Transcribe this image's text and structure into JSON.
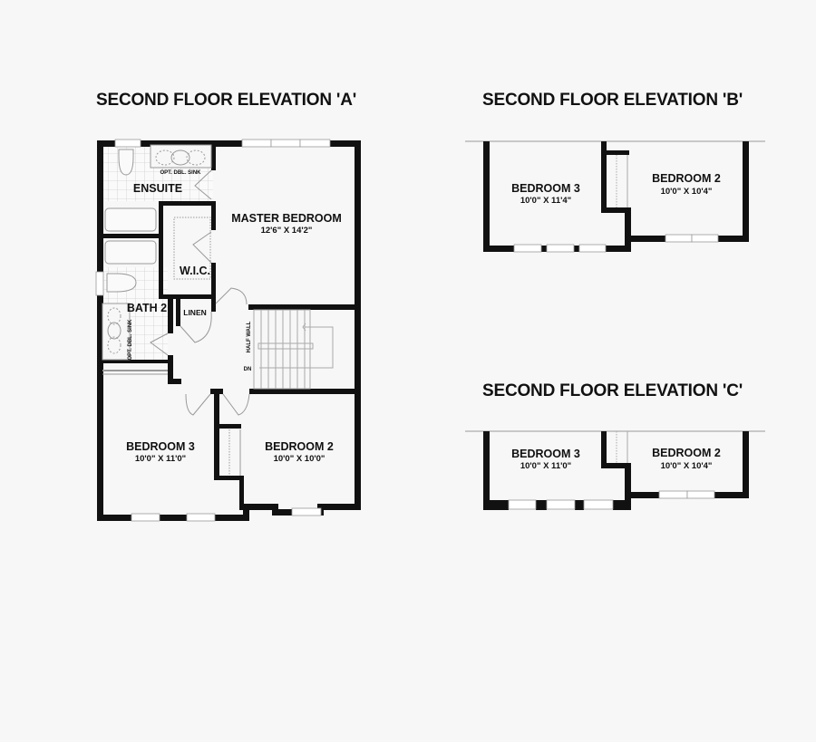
{
  "plans": [
    {
      "title": "SECOND FLOOR ELEVATION 'A'",
      "rooms": [
        {
          "name": "ENSUITE",
          "dims": ""
        },
        {
          "name": "MASTER BEDROOM",
          "dims": "12'6\" X 14'2\""
        },
        {
          "name": "W.I.C.",
          "dims": ""
        },
        {
          "name": "BATH 2",
          "dims": ""
        },
        {
          "name": "LINEN",
          "dims": ""
        },
        {
          "name": "BEDROOM 3",
          "dims": "10'0\" X 11'0\""
        },
        {
          "name": "BEDROOM 2",
          "dims": "10'0\" X 10'0\""
        }
      ],
      "annotations": {
        "ensuite_sink": "OPT. DBL. SINK",
        "bath2_sink": "OPT. DBL. SINK",
        "half_wall": "HALF WALL",
        "stairs_down": "DN"
      }
    },
    {
      "title": "SECOND FLOOR ELEVATION 'B'",
      "rooms": [
        {
          "name": "BEDROOM 3",
          "dims": "10'0\" X 11'4\""
        },
        {
          "name": "BEDROOM 2",
          "dims": "10'0\" X 10'4\""
        }
      ]
    },
    {
      "title": "SECOND FLOOR ELEVATION 'C'",
      "rooms": [
        {
          "name": "BEDROOM 3",
          "dims": "10'0\" X 11'0\""
        },
        {
          "name": "BEDROOM 2",
          "dims": "10'0\" X 10'4\""
        }
      ]
    }
  ],
  "colors": {
    "background": "#f7f7f7",
    "wall": "#111111",
    "fixture": "#888888",
    "window": "#ffffff"
  }
}
